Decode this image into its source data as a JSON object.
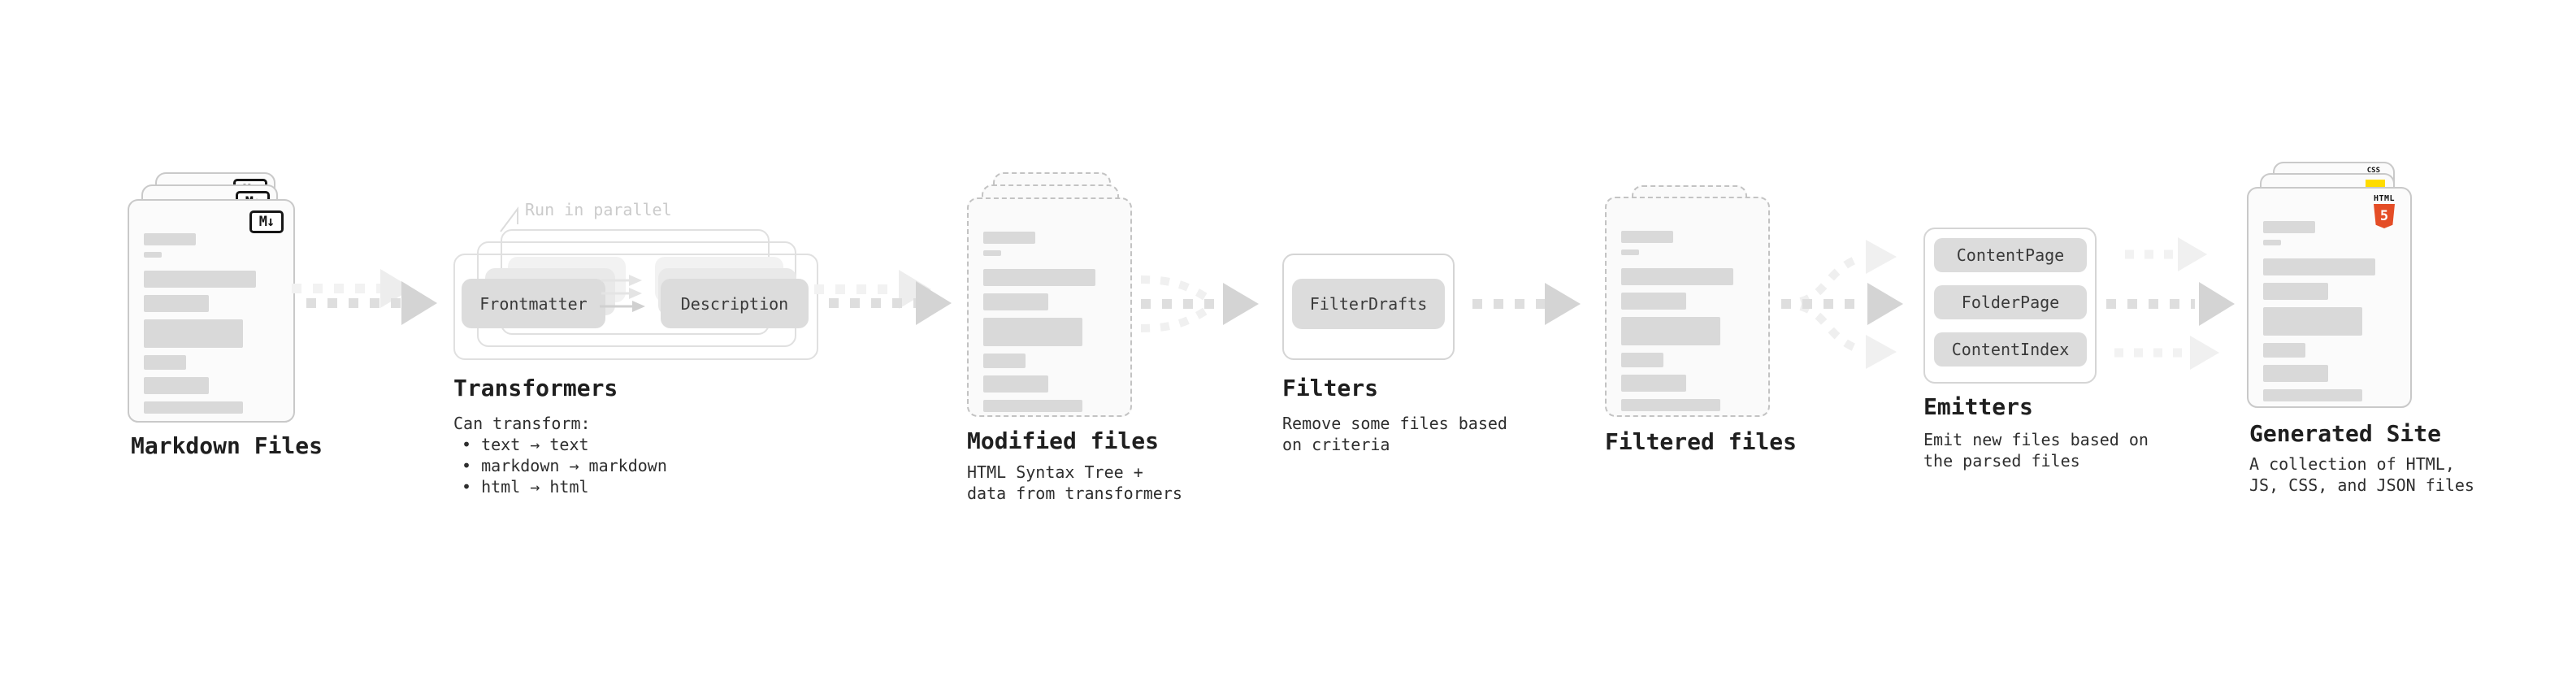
{
  "stages": [
    {
      "id": "markdown-files",
      "label": "Markdown Files",
      "badge": "M↓",
      "desc": []
    },
    {
      "id": "transformers",
      "label": "Transformers",
      "note": "Run in parallel",
      "pills": [
        "Frontmatter",
        "Description"
      ],
      "desc": [
        "Can transform:",
        "• text → text",
        "• markdown → markdown",
        "• html → html"
      ]
    },
    {
      "id": "modified-files",
      "label": "Modified files",
      "desc": [
        "HTML Syntax Tree +",
        "data from transformers"
      ]
    },
    {
      "id": "filters",
      "label": "Filters",
      "pills": [
        "FilterDrafts"
      ],
      "desc": [
        "Remove some files based",
        "on criteria"
      ]
    },
    {
      "id": "filtered-files",
      "label": "Filtered files",
      "desc": []
    },
    {
      "id": "emitters",
      "label": "Emitters",
      "pills": [
        "ContentPage",
        "FolderPage",
        "ContentIndex"
      ],
      "desc": [
        "Emit new files based on",
        "the parsed files"
      ]
    },
    {
      "id": "generated-site",
      "label": "Generated Site",
      "badges": {
        "css": "CSS",
        "html": "HTML",
        "five": "5"
      },
      "desc": [
        "A collection of HTML,",
        "JS, CSS, and JSON files"
      ]
    }
  ],
  "file_card_bars": [
    {
      "w": 64,
      "h": 15,
      "mt": 0
    },
    {
      "w": 22,
      "h": 7,
      "mt": 8
    },
    {
      "w": 138,
      "h": 21,
      "mt": 16
    },
    {
      "w": 80,
      "h": 21,
      "mt": 9
    },
    {
      "w": 122,
      "h": 35,
      "mt": 9
    },
    {
      "w": 52,
      "h": 18,
      "mt": 9
    },
    {
      "w": 80,
      "h": 21,
      "mt": 9
    },
    {
      "w": 122,
      "h": 15,
      "mt": 9
    }
  ],
  "colors": {
    "heading_text": "#1f1f1f",
    "body_text": "#2e2e2e",
    "muted_note": "#cbcbcb",
    "card_border": "#c9c9c9",
    "bar_fill": "#d9d9d9",
    "pill_fill": "#dcdcdc",
    "arrow_dark": "#dedede",
    "arrow_dark_head": "#d4d4d4",
    "arrow_light": "#f2f2f2",
    "arrow_light_head": "#ededed",
    "css_blue": "#2b5fe3",
    "js_yellow": "#ffdc00",
    "html5_orange": "#e44d26"
  }
}
